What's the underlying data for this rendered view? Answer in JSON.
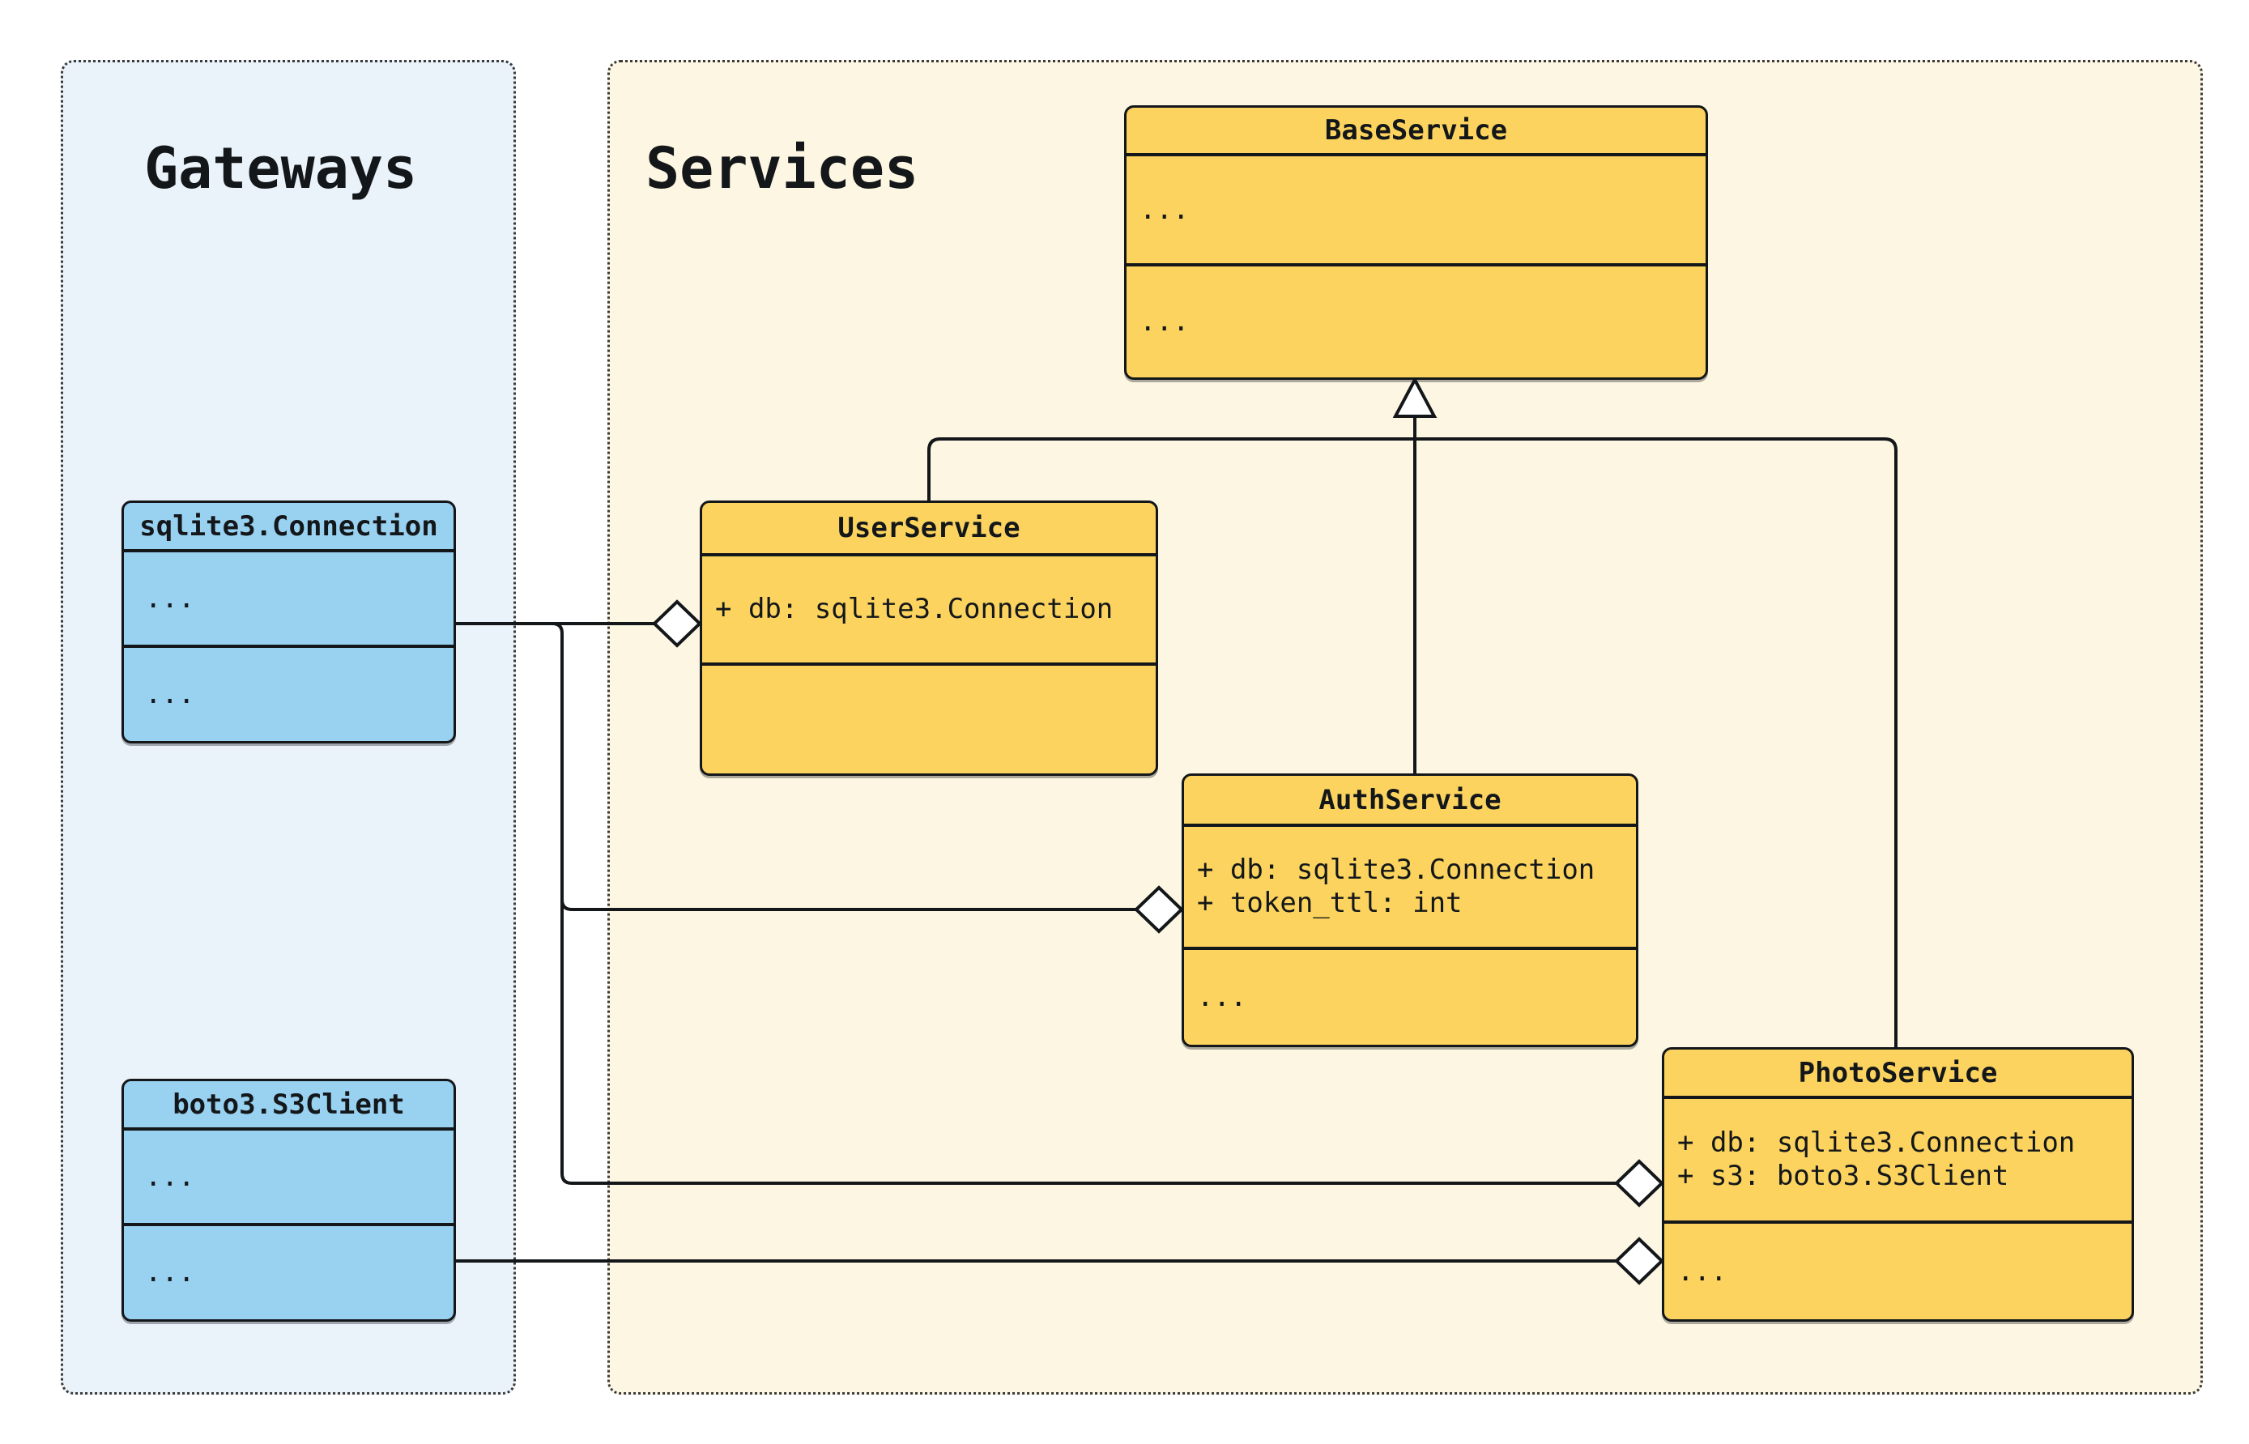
{
  "colors": {
    "canvas_bg": "#FFFFFF",
    "gateways_bg": "#EAF2FA",
    "services_bg": "#FDF6E2",
    "gateway_fill": "#99D1F1",
    "service_fill": "#FBD35E",
    "stroke": "#14171A"
  },
  "groups": {
    "gateways": {
      "label": "Gateways"
    },
    "services": {
      "label": "Services"
    }
  },
  "classes": {
    "sqlite3_connection": {
      "title": "sqlite3.Connection",
      "attributes": [
        "..."
      ],
      "methods": [
        "..."
      ]
    },
    "boto3_s3client": {
      "title": "boto3.S3Client",
      "attributes": [
        "..."
      ],
      "methods": [
        "..."
      ]
    },
    "base_service": {
      "title": "BaseService",
      "attributes": [
        "..."
      ],
      "methods": [
        "..."
      ]
    },
    "user_service": {
      "title": "UserService",
      "attributes": [
        "+ db: sqlite3.Connection"
      ],
      "methods": []
    },
    "auth_service": {
      "title": "AuthService",
      "attributes": [
        "+ db: sqlite3.Connection",
        "+ token_ttl: int"
      ],
      "methods": [
        "..."
      ]
    },
    "photo_service": {
      "title": "PhotoService",
      "attributes": [
        "+ db: sqlite3.Connection",
        "+ s3: boto3.S3Client"
      ],
      "methods": [
        "..."
      ]
    }
  },
  "relationships": [
    {
      "from": "UserService",
      "to": "BaseService",
      "type": "inheritance"
    },
    {
      "from": "AuthService",
      "to": "BaseService",
      "type": "inheritance"
    },
    {
      "from": "PhotoService",
      "to": "BaseService",
      "type": "inheritance"
    },
    {
      "from": "UserService",
      "to": "sqlite3.Connection",
      "type": "aggregation"
    },
    {
      "from": "AuthService",
      "to": "sqlite3.Connection",
      "type": "aggregation"
    },
    {
      "from": "PhotoService",
      "to": "sqlite3.Connection",
      "type": "aggregation"
    },
    {
      "from": "PhotoService",
      "to": "boto3.S3Client",
      "type": "aggregation"
    }
  ]
}
